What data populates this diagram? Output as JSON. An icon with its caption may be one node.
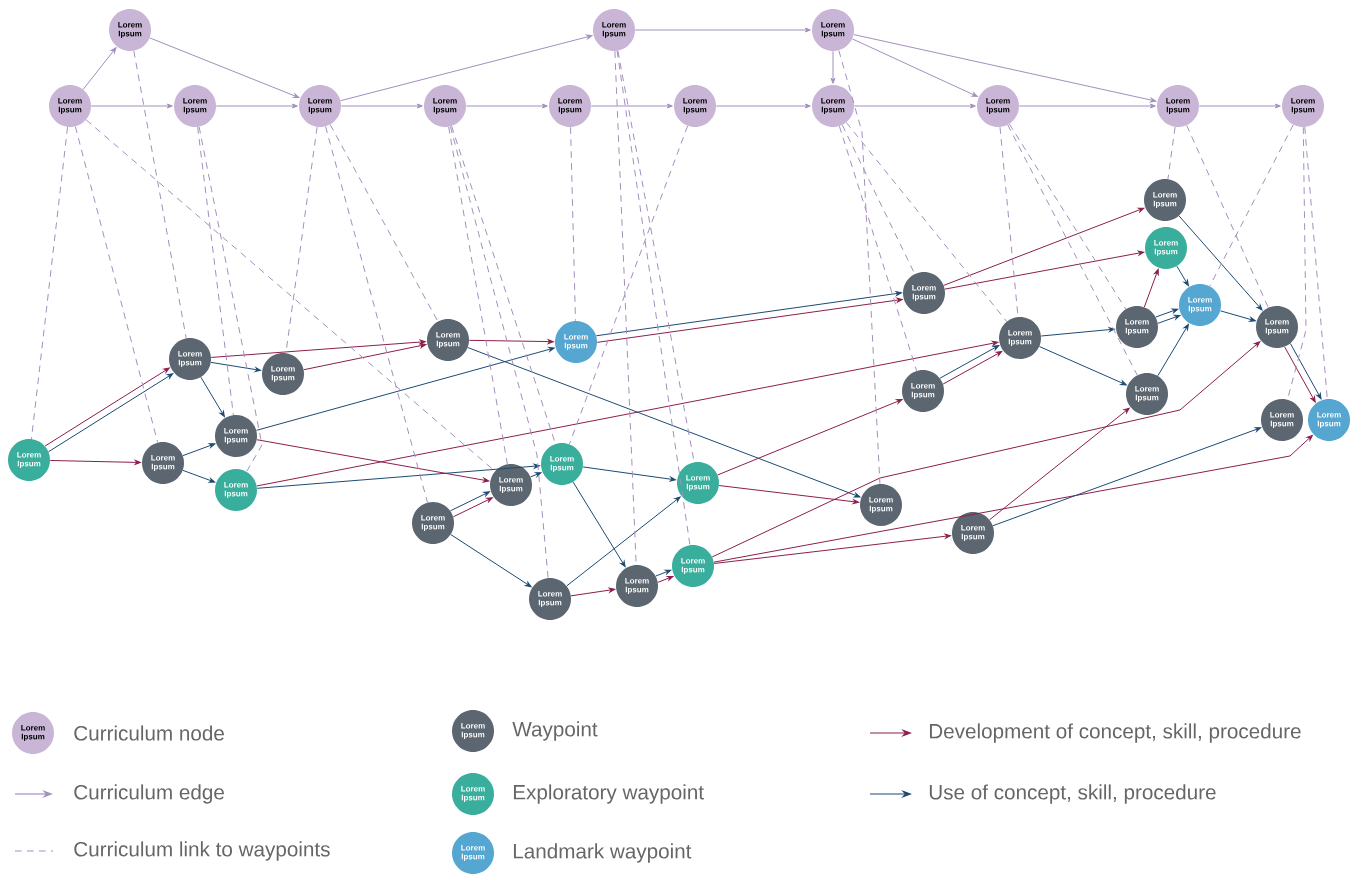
{
  "diagram": {
    "nodes": [
      {
        "text": [
          "Lorem Ipsum"
        ]
      },
      {
        "text": [
          "Lorem Ipsum"
        ]
      },
      {
        "text": [
          "Lorem Ipsum"
        ]
      },
      {
        "text": [
          "Lorem Ipsum"
        ]
      },
      {
        "text": [
          "Lorem Ipsum"
        ]
      },
      {
        "text": [
          "Lorem Ipsum"
        ]
      },
      {
        "text": [
          "Lorem Ipsum"
        ]
      },
      {
        "text": [
          "Lorem Ipsum"
        ]
      },
      {
        "text": [
          "Lorem Ipsum"
        ]
      },
      {
        "text": [
          "Lorem Ipsum"
        ]
      },
      {
        "text": [
          "Lorem Ipsum"
        ]
      },
      {
        "text": [
          "Lorem Ipsum"
        ]
      },
      {
        "text": [
          "Lorem Ipsum"
        ]
      },
      {
        "text": [
          "Lorem Ipsum"
        ]
      },
      {
        "text": [
          "Lorem Ipsum"
        ]
      },
      {
        "text": [
          "Lorem Ipsum"
        ]
      },
      {
        "text": [
          "Lorem Ipsum"
        ]
      },
      {
        "text": [
          "Lorem Ipsum"
        ]
      },
      {
        "text": [
          "Lorem Ipsum"
        ]
      },
      {
        "text": [
          "Lorem Ipsum"
        ]
      },
      {
        "text": [
          "Lorem Ipsum"
        ]
      },
      {
        "text": [
          "Lorem Ipsum"
        ]
      },
      {
        "text": [
          "Lorem Ipsum"
        ]
      },
      {
        "text": [
          "Lorem Ipsum"
        ]
      },
      {
        "text": [
          "Lorem Ipsum"
        ]
      },
      {
        "text": [
          "Lorem Ipsum"
        ]
      },
      {
        "text": [
          "Lorem Ipsum"
        ]
      },
      {
        "text": [
          "Lorem Ipsum"
        ]
      },
      {
        "text": [
          "Lorem Ipsum"
        ]
      },
      {
        "text": [
          "Lorem Ipsum"
        ]
      },
      {
        "text": [
          "Lorem Ipsum"
        ]
      },
      {
        "text": [
          "Lorem Ipsum"
        ]
      },
      {
        "text": [
          "Lorem Ipsum"
        ]
      },
      {
        "text": [
          "Lorem Ipsum"
        ]
      },
      {
        "text": [
          "Lorem Ipsum"
        ]
      },
      {
        "text": [
          "Lorem Ipsum"
        ]
      },
      {
        "text": [
          "Lorem Ipsum"
        ]
      },
      {
        "text": [
          "Lorem Ipsum"
        ]
      },
      {
        "text": [
          "Lorem Ipsum"
        ]
      },
      {
        "text": [
          "Lorem Ipsum"
        ]
      },
      {
        "text": [
          "Lorem Ipsum"
        ]
      }
    ],
    "edges": [
      {
        "from": 3,
        "to": 0,
        "arrow": "to"
      },
      {
        "from": 3,
        "to": 4,
        "arrow": "to"
      },
      {
        "from": 4,
        "to": 5,
        "arrow": "to"
      },
      {
        "from": 0,
        "to": 5,
        "arrow": "to"
      },
      {
        "from": 5,
        "to": 1,
        "arrow": "to"
      },
      {
        "from": 5,
        "to": 6,
        "arrow": "to"
      },
      {
        "from": 6,
        "to": 7,
        "arrow": "to"
      },
      {
        "from": 7,
        "to": 8,
        "arrow": "to"
      },
      {
        "from": 8,
        "to": 9,
        "arrow": "to"
      },
      {
        "from": 1,
        "to": 2,
        "arrow": "to"
      },
      {
        "from": 2,
        "to": 9,
        "arrow": "to"
      },
      {
        "from": 2,
        "to": 10,
        "arrow": "to"
      },
      {
        "from": 2,
        "to": 11,
        "arrow": "to"
      },
      {
        "from": 9,
        "to": 10,
        "arrow": "to"
      },
      {
        "from": 10,
        "to": 11,
        "arrow": "to"
      },
      {
        "from": 11,
        "to": 12,
        "arrow": "to"
      },
      {
        "from": 29,
        "to": 22,
        "arrow": "to",
        "color": "#1c4a72"
      },
      {
        "from": 29,
        "to": 22,
        "arrow": "to",
        "color": "#8c1d4c"
      },
      {
        "from": 29,
        "to": 30,
        "arrow": "to",
        "color": "#8c1d4c"
      },
      {
        "from": 22,
        "to": 19,
        "arrow": "to",
        "color": "#8c1d4c"
      },
      {
        "from": 22,
        "to": 23,
        "arrow": "to",
        "color": "#1c4a72"
      },
      {
        "from": 22,
        "to": 28,
        "arrow": "to",
        "color": "#1c4a72"
      },
      {
        "from": 23,
        "to": 19,
        "arrow": "to",
        "color": "#8c1d4c"
      },
      {
        "from": 30,
        "to": 28,
        "arrow": "to",
        "color": "#1c4a72"
      },
      {
        "from": 30,
        "to": 34,
        "arrow": "to",
        "color": "#1c4a72"
      },
      {
        "from": 28,
        "to": 20,
        "arrow": "to",
        "color": "#1c4a72"
      },
      {
        "from": 28,
        "to": 33,
        "arrow": "to",
        "color": "#8c1d4c"
      },
      {
        "from": 34,
        "to": 21,
        "arrow": "to",
        "color": "#8c1d4c"
      },
      {
        "from": 34,
        "to": 31,
        "arrow": "to",
        "color": "#1c4a72"
      },
      {
        "from": 19,
        "to": 20,
        "arrow": "to",
        "color": "#8c1d4c"
      },
      {
        "from": 19,
        "to": 35,
        "arrow": "to",
        "color": "#1c4a72"
      },
      {
        "from": 20,
        "to": 15,
        "arrow": "to",
        "color": "#8c1d4c"
      },
      {
        "from": 20,
        "to": 15,
        "arrow": "to",
        "color": "#1c4a72"
      },
      {
        "from": 36,
        "to": 33,
        "arrow": "to",
        "color": "#8c1d4c"
      },
      {
        "from": 36,
        "to": 33,
        "arrow": "to",
        "color": "#1c4a72"
      },
      {
        "from": 36,
        "to": 40,
        "arrow": "to",
        "color": "#1c4a72"
      },
      {
        "from": 33,
        "to": 31,
        "arrow": "to",
        "color": "#1c4a72"
      },
      {
        "from": 31,
        "to": 32,
        "arrow": "to",
        "color": "#1c4a72"
      },
      {
        "from": 31,
        "to": 39,
        "arrow": "to",
        "color": "#1c4a72"
      },
      {
        "from": 40,
        "to": 32,
        "arrow": "to",
        "color": "#1c4a72"
      },
      {
        "from": 40,
        "to": 39,
        "arrow": "to",
        "color": "#8c1d4c"
      },
      {
        "from": 39,
        "to": 38,
        "arrow": "to",
        "color": "#8c1d4c"
      },
      {
        "from": 39,
        "to": 38,
        "arrow": "to",
        "color": "#1c4a72"
      },
      {
        "from": 32,
        "to": 35,
        "arrow": "to",
        "color": "#8c1d4c"
      },
      {
        "from": 32,
        "to": 24,
        "arrow": "to",
        "color": "#8c1d4c"
      },
      {
        "from": 38,
        "to": 18,
        "arrow": "to",
        "color": "#8c1d4c"
      },
      {
        "from": 38,
        "to": 27,
        "arrow": "to",
        "color": "#8c1d4c"
      },
      {
        "from": 38,
        "to": 37,
        "arrow": "to",
        "color": "#8c1d4c"
      },
      {
        "from": 37,
        "to": 25,
        "arrow": "to",
        "color": "#8c1d4c"
      },
      {
        "from": 37,
        "to": 26,
        "arrow": "to",
        "color": "#1c4a72"
      },
      {
        "from": 24,
        "to": 21,
        "arrow": "to",
        "color": "#8c1d4c"
      },
      {
        "from": 24,
        "to": 21,
        "arrow": "to",
        "color": "#1c4a72"
      },
      {
        "from": 21,
        "to": 17,
        "arrow": "to",
        "color": "#1c4a72"
      },
      {
        "from": 21,
        "to": 25,
        "arrow": "to",
        "color": "#1c4a72"
      },
      {
        "from": 15,
        "to": 13,
        "arrow": "to",
        "color": "#8c1d4c"
      },
      {
        "from": 15,
        "to": 14,
        "arrow": "to",
        "color": "#8c1d4c"
      },
      {
        "from": 13,
        "to": 18,
        "arrow": "to",
        "color": "#1c4a72"
      },
      {
        "from": 14,
        "to": 16,
        "arrow": "to",
        "color": "#1c4a72"
      },
      {
        "from": 17,
        "to": 14,
        "arrow": "to",
        "color": "#8c1d4c"
      },
      {
        "from": 17,
        "to": 16,
        "arrow": "to",
        "color": "#1c4a72"
      },
      {
        "from": 17,
        "to": 16,
        "arrow": "to",
        "color": "#1c4a72"
      },
      {
        "from": 25,
        "to": 16,
        "arrow": "to",
        "color": "#1c4a72"
      },
      {
        "from": 16,
        "to": 18,
        "arrow": "to",
        "color": "#1c4a72"
      },
      {
        "from": 18,
        "to": 27,
        "arrow": "to",
        "color": "#8c1d4c"
      },
      {
        "from": 18,
        "to": 27,
        "arrow": "to",
        "color": "#1c4a72"
      },
      {
        "from": 0,
        "to": 22,
        "arrow": "none",
        "style": "dashed"
      },
      {
        "from": 3,
        "to": 29,
        "arrow": "none",
        "style": "dashed"
      },
      {
        "from": 3,
        "to": 30,
        "arrow": "none",
        "style": "dashed"
      },
      {
        "from": 3,
        "to": 33,
        "arrow": "none",
        "style": "dashed"
      },
      {
        "from": 4,
        "to": 28,
        "arrow": "none",
        "style": "dashed"
      },
      {
        "from": 4,
        "to": 34,
        "arrow": "none",
        "style": "dashed"
      },
      {
        "from": 5,
        "to": 23,
        "arrow": "none",
        "style": "dashed"
      },
      {
        "from": 5,
        "to": 36,
        "arrow": "none",
        "style": "dashed"
      },
      {
        "from": 5,
        "to": 19,
        "arrow": "none",
        "style": "dashed"
      },
      {
        "from": 6,
        "to": 33,
        "arrow": "none",
        "style": "dashed"
      },
      {
        "from": 6,
        "to": 40,
        "arrow": "none",
        "style": "dashed"
      },
      {
        "from": 6,
        "to": 31,
        "arrow": "none",
        "style": "dashed"
      },
      {
        "from": 7,
        "to": 20,
        "arrow": "none",
        "style": "dashed"
      },
      {
        "from": 8,
        "to": 31,
        "arrow": "none",
        "style": "dashed"
      },
      {
        "from": 1,
        "to": 39,
        "arrow": "none",
        "style": "dashed"
      },
      {
        "from": 1,
        "to": 38,
        "arrow": "none",
        "style": "dashed"
      },
      {
        "from": 1,
        "to": 32,
        "arrow": "none",
        "style": "dashed"
      },
      {
        "from": 2,
        "to": 35,
        "arrow": "none",
        "style": "dashed"
      },
      {
        "from": 9,
        "to": 15,
        "arrow": "none",
        "style": "dashed"
      },
      {
        "from": 9,
        "to": 24,
        "arrow": "none",
        "style": "dashed"
      },
      {
        "from": 9,
        "to": 21,
        "arrow": "none",
        "style": "dashed"
      },
      {
        "from": 10,
        "to": 21,
        "arrow": "none",
        "style": "dashed"
      },
      {
        "from": 10,
        "to": 25,
        "arrow": "none",
        "style": "dashed"
      },
      {
        "from": 10,
        "to": 17,
        "arrow": "none",
        "style": "dashed"
      },
      {
        "from": 11,
        "to": 13,
        "arrow": "none",
        "style": "dashed"
      },
      {
        "from": 11,
        "to": 18,
        "arrow": "none",
        "style": "dashed"
      },
      {
        "from": 12,
        "to": 16,
        "arrow": "none",
        "style": "dashed"
      },
      {
        "from": 12,
        "to": 26,
        "arrow": "none",
        "style": "dashed"
      },
      {
        "from": 12,
        "to": 27,
        "arrow": "none",
        "style": "dashed"
      }
    ],
    "labels": [
      "Lorem Ipsum",
      "Lorem Ipsum",
      "Lorem Ipsum",
      "Lorem Ipsum"
    ],
    "legend": [
      {
        "text": "Curriculum node",
        "color": "#c9b6d7"
      },
      {
        "text": "Curriculum edge"
      },
      {
        "text": "Curriculum link to waypoints"
      },
      {
        "text": "Waypoint",
        "color": "#5b6670"
      },
      {
        "text": "Exploratory waypoint",
        "color": "#3aae9c"
      },
      {
        "text": "Landmark waypoint",
        "color": "#55a6d1"
      },
      {
        "text": "Development of concept, skill, procedure"
      },
      {
        "text": "Use of concept, skill, procedure"
      }
    ]
  }
}
